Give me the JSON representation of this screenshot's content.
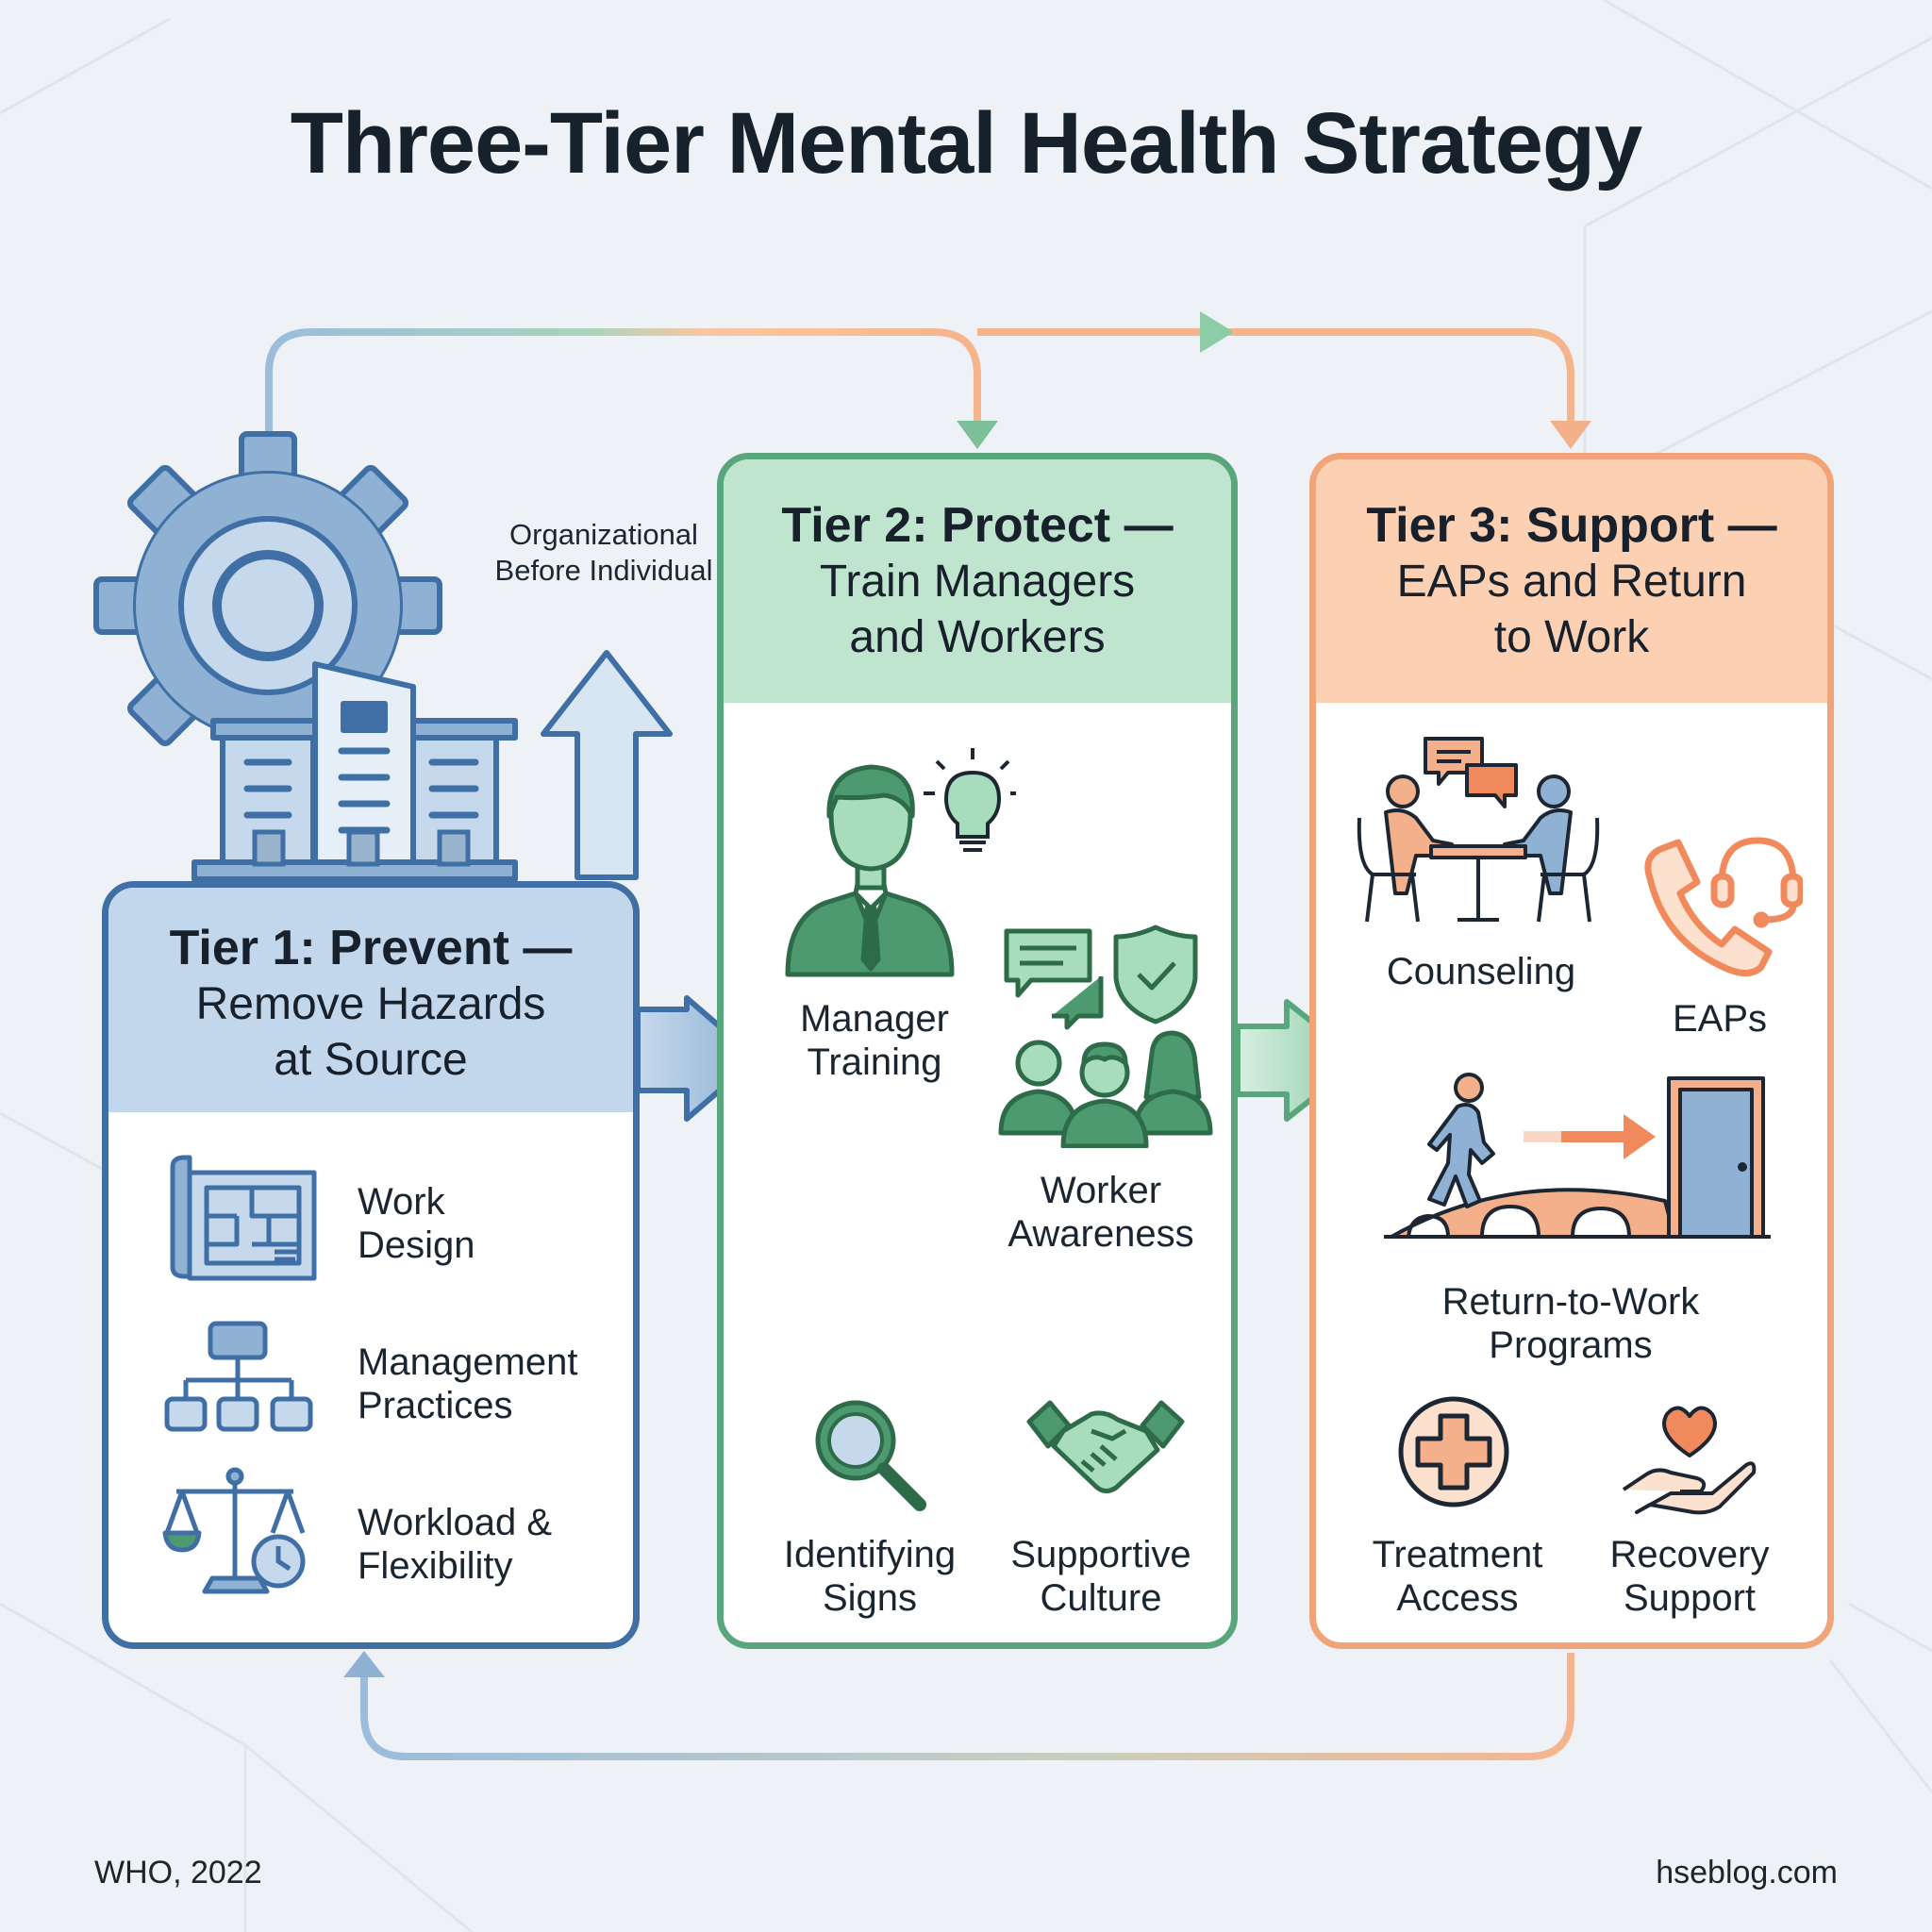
{
  "title": "Three-Tier Mental Health Strategy",
  "side_label": "Organizational Before Individual",
  "tiers": [
    {
      "heading": "Tier 1: Prevent —",
      "subheading": "Remove Hazards at Source",
      "color": "#3f6fa5",
      "items": [
        {
          "label": "Work Design",
          "icon": "blueprint-icon"
        },
        {
          "label": "Management Practices",
          "icon": "org-chart-icon"
        },
        {
          "label": "Workload & Flexibility",
          "icon": "balance-scale-clock-icon"
        }
      ]
    },
    {
      "heading": "Tier 2: Protect —",
      "subheading": "Train Managers and Workers",
      "color": "#5aa67c",
      "items": [
        {
          "label": "Manager Training",
          "icon": "manager-lightbulb-icon"
        },
        {
          "label": "Worker Awareness",
          "icon": "workers-chat-shield-icon"
        },
        {
          "label": "Identifying Signs",
          "icon": "magnifier-icon"
        },
        {
          "label": "Supportive Culture",
          "icon": "handshake-icon"
        }
      ]
    },
    {
      "heading": "Tier 3: Support —",
      "subheading": "EAPs and Return to Work",
      "color": "#f0a478",
      "items": [
        {
          "label": "Counseling",
          "icon": "counseling-table-icon"
        },
        {
          "label": "EAPs",
          "icon": "phone-headset-icon"
        },
        {
          "label": "Return-to-Work Programs",
          "icon": "bridge-door-icon"
        },
        {
          "label": "Treatment Access",
          "icon": "medical-cross-icon"
        },
        {
          "label": "Recovery Support",
          "icon": "heart-hand-icon"
        }
      ]
    }
  ],
  "footer": {
    "source": "WHO, 2022",
    "site": "hseblog.com"
  }
}
